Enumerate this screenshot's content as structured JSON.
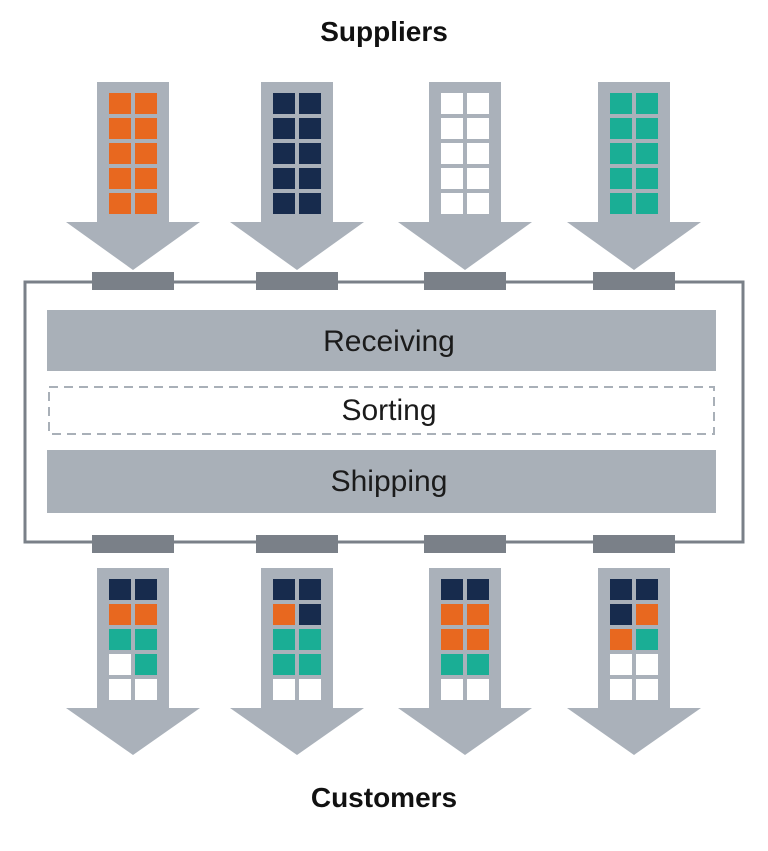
{
  "diagram": {
    "top_label": "Suppliers",
    "bottom_label": "Customers",
    "stages": [
      {
        "name": "receiving",
        "label": "Receiving",
        "style": "filled"
      },
      {
        "name": "sorting",
        "label": "Sorting",
        "style": "dashed"
      },
      {
        "name": "shipping",
        "label": "Shipping",
        "style": "filled"
      }
    ],
    "colors": {
      "orange": "#E8681F",
      "navy": "#172B4D",
      "white": "#FFFFFF",
      "teal": "#1AAE95",
      "arrow": "#AAB1BA",
      "dock": "#7A8088",
      "stage_fill": "#A9B0B8",
      "frame": "#7A8088"
    },
    "inbound": [
      {
        "name": "supplier-orange",
        "cells": [
          "orange",
          "orange",
          "orange",
          "orange",
          "orange",
          "orange",
          "orange",
          "orange",
          "orange",
          "orange"
        ]
      },
      {
        "name": "supplier-navy",
        "cells": [
          "navy",
          "navy",
          "navy",
          "navy",
          "navy",
          "navy",
          "navy",
          "navy",
          "navy",
          "navy"
        ]
      },
      {
        "name": "supplier-white",
        "cells": [
          "white",
          "white",
          "white",
          "white",
          "white",
          "white",
          "white",
          "white",
          "white",
          "white"
        ]
      },
      {
        "name": "supplier-teal",
        "cells": [
          "teal",
          "teal",
          "teal",
          "teal",
          "teal",
          "teal",
          "teal",
          "teal",
          "teal",
          "teal"
        ]
      }
    ],
    "outbound": [
      {
        "name": "customer-1",
        "cells": [
          "navy",
          "navy",
          "orange",
          "orange",
          "teal",
          "teal",
          "white",
          "teal",
          "white",
          "white"
        ]
      },
      {
        "name": "customer-2",
        "cells": [
          "navy",
          "navy",
          "orange",
          "navy",
          "teal",
          "teal",
          "teal",
          "teal",
          "white",
          "white"
        ]
      },
      {
        "name": "customer-3",
        "cells": [
          "navy",
          "navy",
          "orange",
          "orange",
          "orange",
          "orange",
          "teal",
          "teal",
          "white",
          "white"
        ]
      },
      {
        "name": "customer-4",
        "cells": [
          "navy",
          "navy",
          "navy",
          "orange",
          "orange",
          "teal",
          "white",
          "white",
          "white",
          "white"
        ]
      }
    ]
  }
}
